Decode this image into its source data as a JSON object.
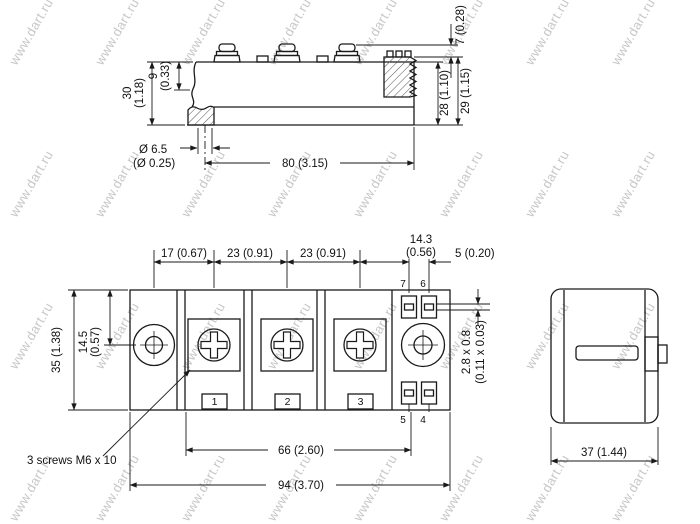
{
  "watermark": {
    "text": "www.dart.ru"
  },
  "side_view": {
    "dim_7": "7 (0.28)",
    "dim_30_mm": "30",
    "dim_30_in": "(1.18)",
    "dim_9_mm": "9",
    "dim_9_in": "(0.33)",
    "dim_28": "28 (1.10)",
    "dim_29": "29 (1.15)",
    "dia_mm": "Ø 6.5",
    "dia_in": "(Ø 0.25)",
    "dim_80": "80 (3.15)"
  },
  "plan_view": {
    "dim_17": "17 (0.67)",
    "dim_23_a": "23 (0.91)",
    "dim_23_b": "23 (0.91)",
    "dim_14_3_mm": "14.3",
    "dim_14_3_in": "(0.56)",
    "dim_5": "5 (0.20)",
    "dim_35": "35 (1.38)",
    "dim_14_5_mm": "14.5",
    "dim_14_5_in": "(0.57)",
    "tab_mm": "2.8 x 0.8",
    "tab_in": "(0.11 x 0.03)",
    "dim_66": "66 (2.60)",
    "dim_94": "94 (3.70)",
    "screw_note": "3 screws M6 x 10",
    "labels": {
      "t1": "1",
      "t2": "2",
      "t3": "3",
      "t4": "4",
      "t5": "5",
      "t6": "6",
      "t7": "7"
    }
  },
  "end_view": {
    "dim_37": "37 (1.44)"
  }
}
